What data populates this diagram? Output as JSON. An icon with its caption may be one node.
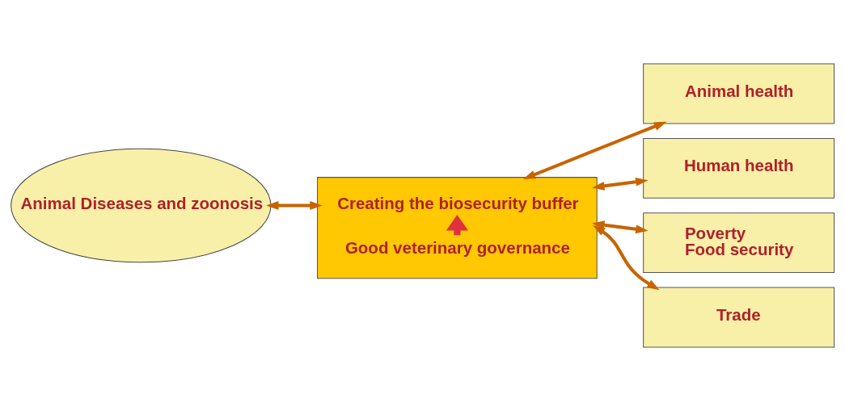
{
  "diagram": {
    "nodes": [
      {
        "text": [
          "Animal Diseases and zoonosis"
        ]
      },
      {
        "text": [],
        "shape": "box"
      },
      {
        "text": [
          "Good veterinary governance"
        ],
        "in": 1
      },
      {
        "text": [
          "Creating the biosecurity buffer"
        ],
        "in": 1
      },
      {
        "text": [
          "Animal health"
        ]
      },
      {
        "text": [
          "Human health"
        ]
      },
      {
        "text": [
          "Poverty",
          "Food security"
        ]
      },
      {
        "text": [
          "Trade"
        ]
      }
    ],
    "edges": [
      {
        "from": 0,
        "to": 1,
        "arrow": "both"
      },
      {
        "from": 2,
        "to": 3,
        "arrow": "to",
        "style": "thick",
        "color": "#e0313f"
      },
      {
        "from": 1,
        "to": 4,
        "arrow": "both"
      },
      {
        "from": 1,
        "to": 5,
        "arrow": "both"
      },
      {
        "from": 1,
        "to": 6,
        "arrow": "both"
      },
      {
        "from": 1,
        "to": 7,
        "arrow": "both"
      }
    ]
  }
}
